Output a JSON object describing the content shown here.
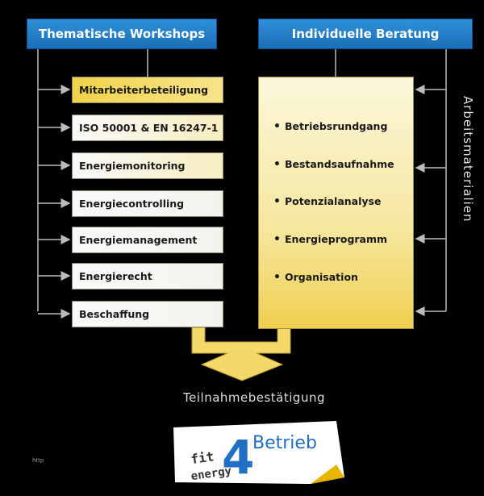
{
  "headers": {
    "workshops": "Thematische Workshops",
    "beratung": "Individuelle Beratung"
  },
  "workshops": [
    "Mitarbeiterbeteiligung",
    "ISO 50001 & EN 16247-1",
    "Energiemonitoring",
    "Energiecontrolling",
    "Energiemanagement",
    "Energierecht",
    "Beschaffung"
  ],
  "beratung_items": [
    "Betriebsrundgang",
    "Bestandsaufnahme",
    "Potenzialanalyse",
    "Energieprogramm",
    "Organisation"
  ],
  "side_label": "Arbeitsmaterialien",
  "result_label": "Teilnahmebestätigung",
  "logo": {
    "fit": "fit",
    "number": "4",
    "betrieb": "Betrieb",
    "energy": "energy"
  },
  "footnote": "http",
  "colors": {
    "header_blue": "#1f7fcf",
    "workshop_gold": "#f2d24a",
    "workshop_light": "#f3f3f3",
    "connector_gold": "#f4d86a",
    "logo_blue": "#1f6fc4"
  }
}
